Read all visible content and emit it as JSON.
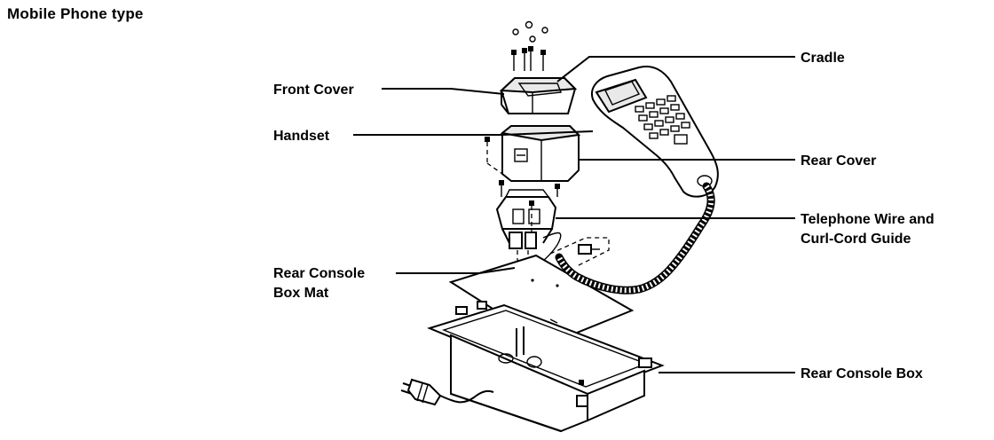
{
  "title": "Mobile Phone type",
  "labels": {
    "cradle": "Cradle",
    "front_cover": "Front Cover",
    "handset": "Handset",
    "rear_cover": "Rear Cover",
    "wire_line1": "Telephone Wire and",
    "wire_line2": "Curl-Cord Guide",
    "mat_line1": "Rear Console",
    "mat_line2": "Box Mat",
    "rear_console_box": "Rear Console Box"
  },
  "icons": [
    "screw-icon",
    "handset-icon",
    "curl-cord-icon",
    "plug-icon"
  ]
}
